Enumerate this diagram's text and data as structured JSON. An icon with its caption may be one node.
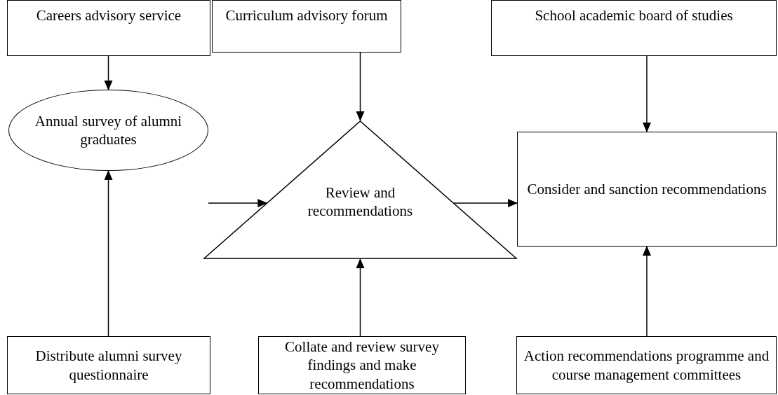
{
  "diagram": {
    "nodes": [
      {
        "text": [
          "Careers advisory service"
        ]
      },
      {
        "text": [
          "Curriculum advisory forum"
        ]
      },
      {
        "text": [
          "School academic board of studies"
        ]
      },
      {
        "text": [
          "Annual survey of alumni graduates"
        ]
      },
      {
        "text": [
          "Review and recommendations"
        ]
      },
      {
        "text": [
          "Consider and sanction recommendations"
        ]
      },
      {
        "text": [
          "Distribute alumni survey questionnaire"
        ]
      },
      {
        "text": [
          "Collate and review survey findings and make recommendations"
        ]
      },
      {
        "text": [
          "Action recommendations programme and course management committees"
        ]
      }
    ],
    "edges": [
      {
        "from": 0,
        "to": 3,
        "arrow": "to"
      },
      {
        "from": 1,
        "to": 4,
        "arrow": "to"
      },
      {
        "from": 2,
        "to": 5,
        "arrow": "to"
      },
      {
        "from": 3,
        "to": 4,
        "arrow": "to"
      },
      {
        "from": 4,
        "to": 5,
        "arrow": "to"
      },
      {
        "from": 6,
        "to": 3,
        "arrow": "to"
      },
      {
        "from": 7,
        "to": 4,
        "arrow": "to"
      },
      {
        "from": 8,
        "to": 5,
        "arrow": "to"
      }
    ]
  }
}
